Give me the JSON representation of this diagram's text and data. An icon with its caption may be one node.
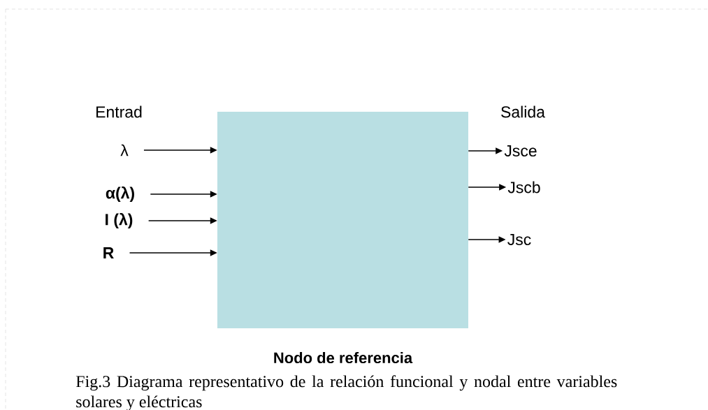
{
  "diagram": {
    "caption": "Fig.3 Diagrama representativo de la relación funcional y nodal entre variables solares y eléctricas",
    "nodes": [
      {
        "text": [],
        "shape": "box",
        "beside": [
          "Nodo de referencia"
        ]
      },
      {
        "text": [
          "λ"
        ]
      },
      {
        "text": [
          "α(λ)"
        ]
      },
      {
        "text": [
          "I (λ)"
        ]
      },
      {
        "text": [
          "R"
        ]
      },
      {
        "text": [
          "Jsce"
        ]
      },
      {
        "text": [
          "Jscb"
        ]
      },
      {
        "text": [
          "Jsc"
        ]
      }
    ],
    "edges": [
      {
        "from": 1,
        "to": 0,
        "arrow": "to"
      },
      {
        "from": 2,
        "to": 0,
        "arrow": "to"
      },
      {
        "from": 3,
        "to": 0,
        "arrow": "to"
      },
      {
        "from": 4,
        "to": 0,
        "arrow": "to"
      },
      {
        "from": 0,
        "to": 5,
        "arrow": "to"
      },
      {
        "from": 0,
        "to": 6,
        "arrow": "to"
      },
      {
        "from": 0,
        "to": 7,
        "arrow": "to"
      }
    ],
    "labels": [
      "Entrad",
      "Salida"
    ]
  }
}
